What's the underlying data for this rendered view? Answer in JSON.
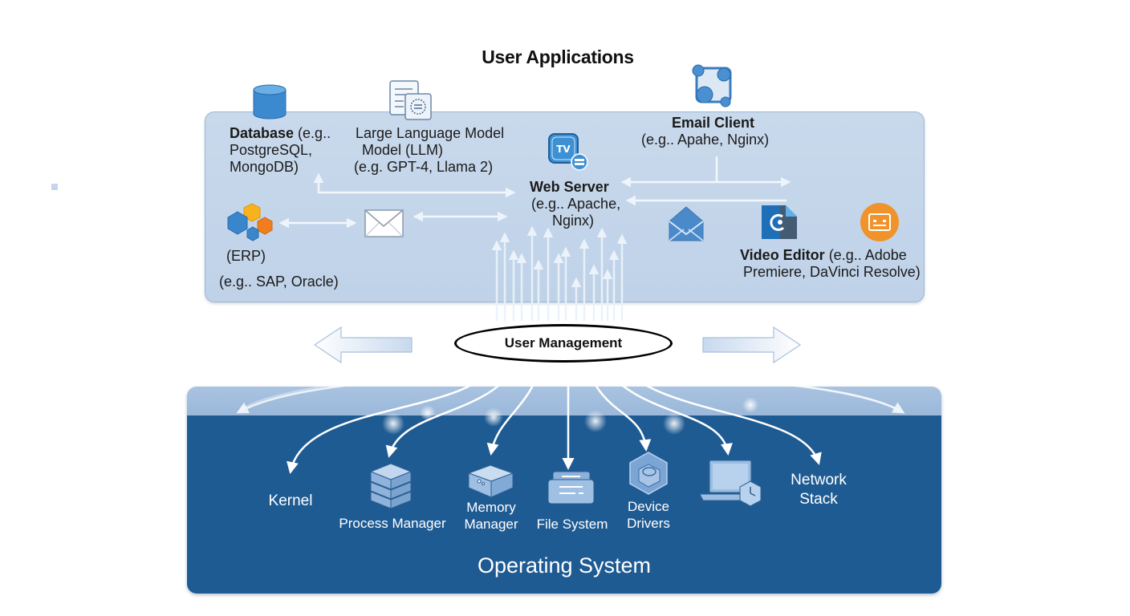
{
  "title": "User Applications",
  "apps": {
    "database": {
      "name": "Database",
      "detail": " (e.g..",
      "line2": "PostgreSQL,",
      "line3": "MongoDB)",
      "icon": "database-icon"
    },
    "llm": {
      "line1": "Large Language Model",
      "line2": "Model (LLM)",
      "line3": "(e.g. GPT-4, Llama 2)",
      "icon": "document-icon"
    },
    "web_server": {
      "name": "Web Server",
      "line2": "(e.g.. Apache,",
      "line3": "Nginx)",
      "icon": "web-server-icon"
    },
    "email_client": {
      "name": "Email Client",
      "line2": "(e.g.. Apahe, Nginx)",
      "icon": "network-node-icon"
    },
    "erp": {
      "name": "(ERP)",
      "line2": "(e.g.. SAP, Oracle)",
      "icon": "hexagon-cluster-icon"
    },
    "video_editor": {
      "name": "Video Editor",
      "detail": " (e.g.. Adobe",
      "line2": "Premiere, DaVinci Resolve)",
      "icon": "video-editor-icon"
    },
    "extra_icons": [
      "envelope-icon",
      "mail-icon",
      "chat-icon"
    ]
  },
  "user_management": {
    "label": "User Management"
  },
  "os": {
    "title": "Operating System",
    "components": [
      {
        "label": "Kernel"
      },
      {
        "label": "Process Manager",
        "icon": "layers-stack-icon"
      },
      {
        "label": "Memory\nManager",
        "line1": "Memory",
        "line2": "Manager",
        "icon": "memory-box-icon"
      },
      {
        "label": "File System",
        "icon": "file-system-icon"
      },
      {
        "label": "Device\nDrivers",
        "line1": "Device",
        "line2": "Drivers",
        "icon": "device-cube-icon"
      },
      {
        "label": "",
        "icon": "computer-clock-icon"
      },
      {
        "label": "Network\nStack",
        "line1": "Network",
        "line2": "Stack"
      }
    ]
  },
  "colors": {
    "apps_panel": "#c5d7eb",
    "os_body": "#1f5b93",
    "os_top": "#a4bfdf",
    "arrow": "#ffffff",
    "accent_orange": "#f0932b",
    "icon_blue": "#3b87c8"
  }
}
